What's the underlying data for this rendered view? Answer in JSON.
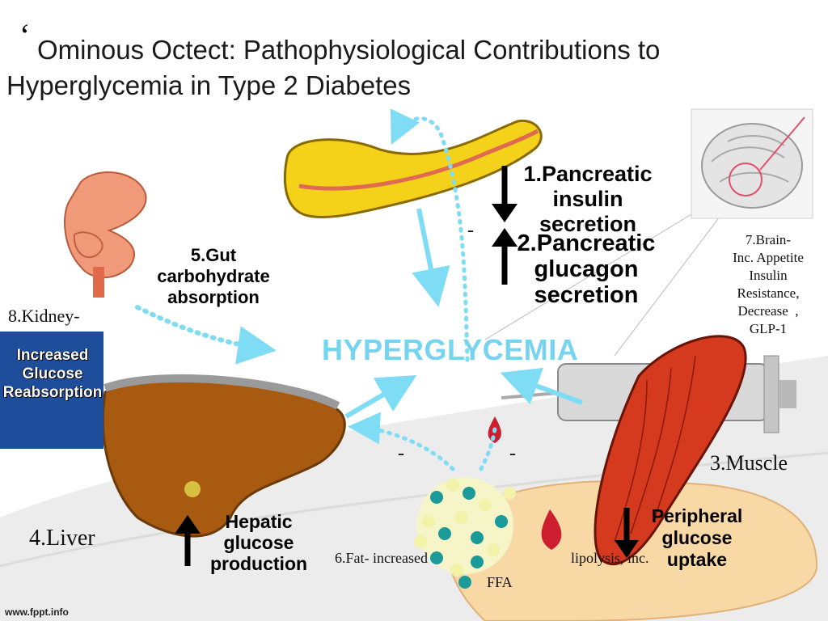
{
  "title": {
    "mark": "‘",
    "line1": "Ominous Octect: Pathophysiological Contributions to",
    "line2": "Hyperglycemia in Type 2 Diabetes"
  },
  "center_label": "HYPERGLYCEMIA",
  "labels": {
    "pancreas_insulin": [
      "1.Pancreatic",
      "insulin",
      "secretion"
    ],
    "pancreas_glucagon": [
      "2.Pancreatic",
      "glucagon",
      "secretion"
    ],
    "gut": [
      "5.Gut",
      "carbohydrate",
      "absorption"
    ],
    "kidney": "8.Kidney-",
    "kidney_box": [
      "Increased",
      "Glucose",
      "Reabsorption"
    ],
    "brain": [
      "7.Brain-",
      "Inc. Appetite",
      "Insulin",
      "Resistance,",
      "Decrease  ,",
      "GLP-1"
    ],
    "muscle": "3.Muscle",
    "liver": "4.Liver",
    "hepatic": [
      "Hepatic",
      "glucose",
      "production"
    ],
    "peripheral": [
      "Peripheral",
      "glucose",
      "uptake"
    ],
    "fat_line1": "6.Fat- increased",
    "fat_line1b": "lipolysis, inc.",
    "fat_line2": "FFA"
  },
  "minus_signs": [
    "-",
    "-",
    "-"
  ],
  "footer": "www.fppt.info",
  "colors": {
    "arrow": "#7fdcf5",
    "hyperglycemia": "#77d4f0",
    "liver": "#a85a10",
    "muscle": "#d53a1e",
    "pancreas": "#f4d21a",
    "kidney_bg": "#1e4d9c",
    "blood": "#cc1e2e"
  },
  "icons": [
    "pancreas-icon",
    "gut-icon",
    "brain-icon",
    "kidney-icon",
    "liver-icon",
    "muscle-icon",
    "fat-cells-icon",
    "syringe-icon",
    "blood-drop-icon"
  ]
}
